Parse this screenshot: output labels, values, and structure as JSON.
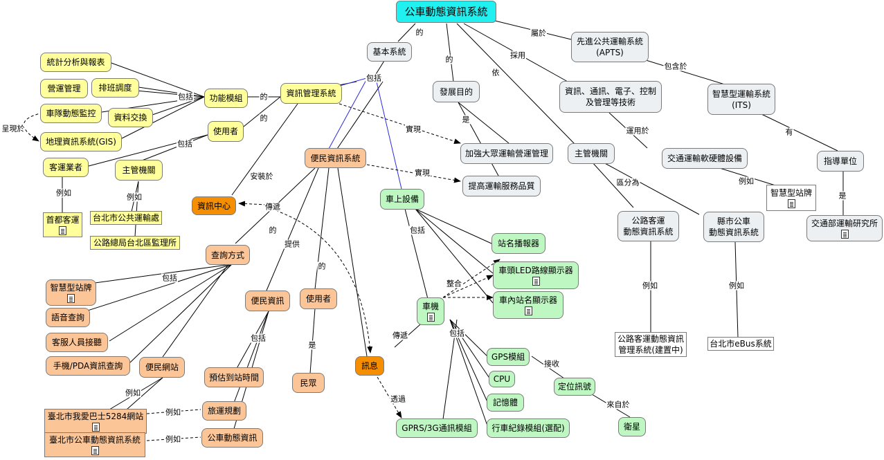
{
  "colors": {
    "title": "#20f0f0",
    "info_mgmt": "#ffff9c",
    "public_info": "#fbc597",
    "onboard": "#bff7c3",
    "general": "#ecf0f3",
    "highlight": "#f58e00",
    "link_blue": "#2a2ae0"
  },
  "icons": {
    "resource_icon": "document-icon"
  },
  "nodes": {
    "root": "公車動態資訊系統",
    "basic_system": "基本系統",
    "dev_goal": "發展目的",
    "apts": [
      "先進公共運輸系統",
      "(APTS)"
    ],
    "tech": [
      "資訊、通訊、電子、控制",
      "及管理等技術"
    ],
    "its": [
      "智慧型運輸系統",
      "(ITS)"
    ],
    "guide_unit": "指導單位",
    "mot_institute": "交通部運輸研究所",
    "smart_stop_right": "智慧型站牌",
    "traffic_device": "交通運輸軟硬體設備",
    "authority": "主管機關",
    "highway_bus": [
      "公路客運",
      "動態資訊系統"
    ],
    "city_bus": [
      "縣市公車",
      "動態資訊系統"
    ],
    "highway_mgmt": [
      "公路客運動態資訊",
      "管理系統(建置中)"
    ],
    "taipei_ebus": "台北市eBus系統",
    "enhance_mgmt": "加強大眾運輸營運管理",
    "improve_quality": "提高運輸服務品質",
    "info_mgmt_system": "資訊管理系統",
    "function_module": "功能模組",
    "stats": "統計分析與報表",
    "ops_mgmt": "營運管理",
    "scheduling": "排班調度",
    "fleet_monitor": "車隊動態監控",
    "data_exchange": "資料交換",
    "gis": "地理資訊系統(GIS)",
    "users_top": "使用者",
    "bus_operator": "客運業者",
    "authority_left": "主管機關",
    "capital_bus": "首都客運",
    "taipei_transit": "台北市公共運輸處",
    "highway_taipei": "公路總局台北區監理所",
    "public_info_system": "便民資訊系統",
    "info_center": "資訊中心",
    "query_method": "查詢方式",
    "public_info": "便民資訊",
    "users_mid": "使用者",
    "public": "民眾",
    "smart_stop_left": "智慧型站牌",
    "voice_query": "語音查詢",
    "service_staff": "客服人員接聽",
    "mobile_query": "手機/PDA資訊查詢",
    "public_website": "便民網站",
    "site_5284": "臺北市我愛巴士5284網站",
    "site_taipei_bus": "臺北市公車動態資訊系統",
    "eta": "預估到站時間",
    "trip_plan": "旅運規劃",
    "bus_dynamic": "公車動態資訊",
    "onboard_device": "車上設備",
    "stop_announcer": "站名播報器",
    "led_display": "車頭LED路線顯示器",
    "inner_display": "車內站名顯示器",
    "vehicle_unit": "車機",
    "message": "訊息",
    "gprs": "GPRS/3G通訊模組",
    "gps": "GPS模組",
    "cpu": "CPU",
    "memory": "記憶體",
    "recorder": "行車紀錄模組(選配)",
    "positioning": "定位訊號",
    "satellite": "衛星"
  },
  "labels": {
    "of": "的",
    "include": "包括",
    "adopt": "採用",
    "belongs": "屬於",
    "depends": "依",
    "contains": "包含於",
    "has": "有",
    "is": "是",
    "applied_to": "運用於",
    "example": "例如",
    "divided": "區分為",
    "realize": "實現",
    "install": "安裝於",
    "transmit": "傳遞",
    "provide": "提供",
    "integrate": "整合",
    "receive": "接收",
    "from": "來自於",
    "via": "透過",
    "present": "呈現於"
  }
}
